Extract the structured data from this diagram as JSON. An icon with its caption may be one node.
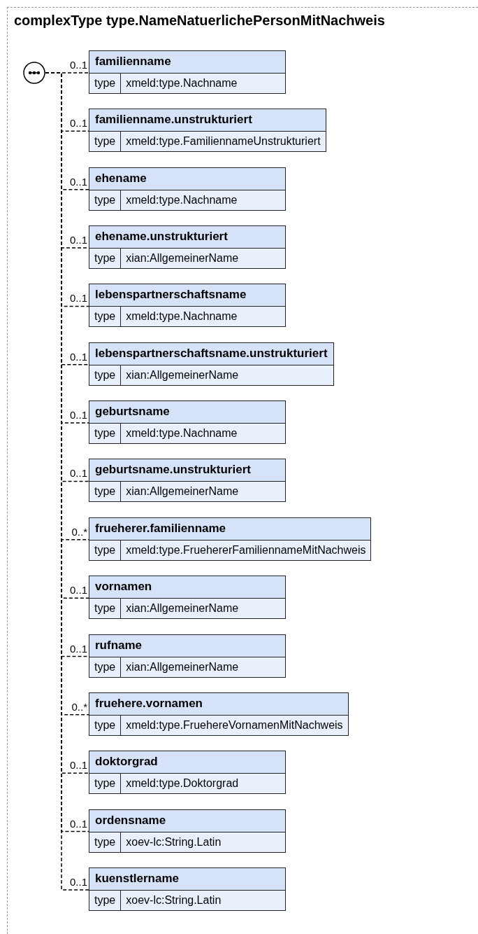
{
  "diagram": {
    "title": "complexType type.NameNatuerlichePersonMitNachweis",
    "nodes": [
      {
        "text": [],
        "shape": "circle"
      },
      {
        "text": [
          "familienname",
          "type",
          "xmeld:type.Nachname"
        ]
      },
      {
        "text": [
          "familienname.unstrukturiert",
          "type",
          "xmeld:type.FamiliennameUnstrukturiert"
        ]
      },
      {
        "text": [
          "ehename",
          "type",
          "xmeld:type.Nachname"
        ]
      },
      {
        "text": [
          "ehename.unstrukturiert",
          "type",
          "xian:AllgemeinerName"
        ]
      },
      {
        "text": [
          "lebenspartnerschaftsname",
          "type",
          "xmeld:type.Nachname"
        ]
      },
      {
        "text": [
          "lebenspartnerschaftsname.unstrukturiert",
          "type",
          "xian:AllgemeinerName"
        ]
      },
      {
        "text": [
          "geburtsname",
          "type",
          "xmeld:type.Nachname"
        ]
      },
      {
        "text": [
          "geburtsname.unstrukturiert",
          "type",
          "xian:AllgemeinerName"
        ]
      },
      {
        "text": [
          "frueherer.familienname",
          "type",
          "xmeld:type.FruehererFamiliennameMitNachweis"
        ]
      },
      {
        "text": [
          "vornamen",
          "type",
          "xian:AllgemeinerName"
        ]
      },
      {
        "text": [
          "rufname",
          "type",
          "xian:AllgemeinerName"
        ]
      },
      {
        "text": [
          "fruehere.vornamen",
          "type",
          "xmeld:type.FruehereVornamenMitNachweis"
        ]
      },
      {
        "text": [
          "doktorgrad",
          "type",
          "xmeld:type.Doktorgrad"
        ]
      },
      {
        "text": [
          "ordensname",
          "type",
          "xoev-lc:String.Latin"
        ]
      },
      {
        "text": [
          "kuenstlername",
          "type",
          "xoev-lc:String.Latin"
        ]
      }
    ],
    "edges": [
      {
        "from": 0,
        "to": 1,
        "arrow": "none",
        "style": "dashed",
        "label": "0..1"
      },
      {
        "from": 0,
        "to": 2,
        "arrow": "none",
        "style": "dashed",
        "label": "0..1"
      },
      {
        "from": 0,
        "to": 3,
        "arrow": "none",
        "style": "dashed",
        "label": "0..1"
      },
      {
        "from": 0,
        "to": 4,
        "arrow": "none",
        "style": "dashed",
        "label": "0..1"
      },
      {
        "from": 0,
        "to": 5,
        "arrow": "none",
        "style": "dashed",
        "label": "0..1"
      },
      {
        "from": 0,
        "to": 6,
        "arrow": "none",
        "style": "dashed",
        "label": "0..1"
      },
      {
        "from": 0,
        "to": 7,
        "arrow": "none",
        "style": "dashed",
        "label": "0..1"
      },
      {
        "from": 0,
        "to": 8,
        "arrow": "none",
        "style": "dashed",
        "label": "0..1"
      },
      {
        "from": 0,
        "to": 9,
        "arrow": "none",
        "style": "dashed",
        "label": "0..*"
      },
      {
        "from": 0,
        "to": 10,
        "arrow": "none",
        "style": "dashed",
        "label": "0..1"
      },
      {
        "from": 0,
        "to": 11,
        "arrow": "none",
        "style": "dashed",
        "label": "0..1"
      },
      {
        "from": 0,
        "to": 12,
        "arrow": "none",
        "style": "dashed",
        "label": "0..*"
      },
      {
        "from": 0,
        "to": 13,
        "arrow": "none",
        "style": "dashed",
        "label": "0..1"
      },
      {
        "from": 0,
        "to": 14,
        "arrow": "none",
        "style": "dashed",
        "label": "0..1"
      },
      {
        "from": 0,
        "to": 15,
        "arrow": "none",
        "style": "dashed",
        "label": "0..1"
      }
    ]
  }
}
